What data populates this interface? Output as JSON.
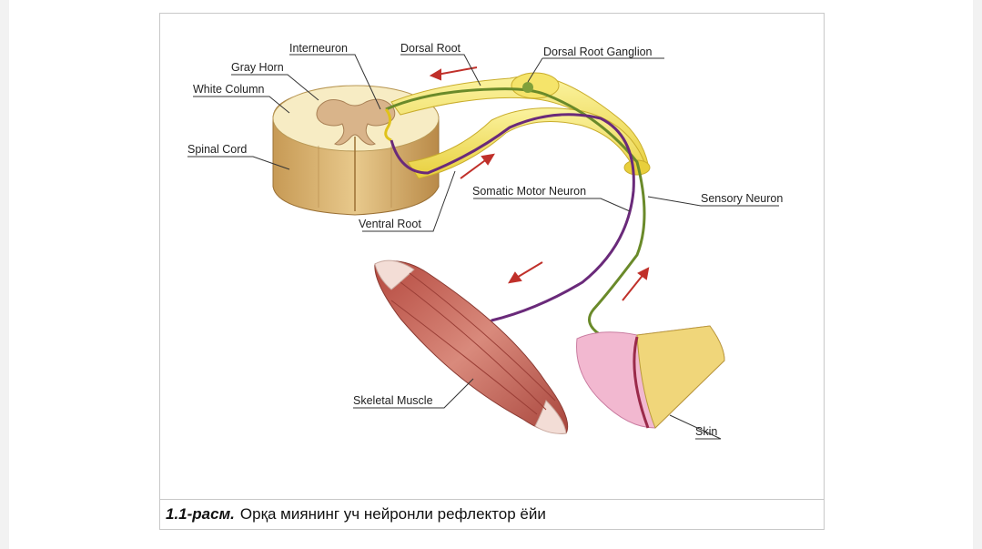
{
  "labels": {
    "interneuron": "Interneuron",
    "dorsal_root": "Dorsal Root",
    "dorsal_root_ganglion": "Dorsal Root Ganglion",
    "gray_horn": "Gray Horn",
    "white_column": "White Column",
    "spinal_cord": "Spinal Cord",
    "ventral_root": "Ventral Root",
    "somatic_motor_neuron": "Somatic Motor Neuron",
    "sensory_neuron": "Sensory Neuron",
    "skeletal_muscle": "Skeletal Muscle",
    "skin": "Skin"
  },
  "caption": {
    "label": "1.1-расм.",
    "text": "Орқа миянинг уч нейронли рефлектор ёйи"
  },
  "colors": {
    "nerve_yellow": "#f3e36a",
    "sensory_green": "#6a8a2a",
    "motor_purple": "#6a2a7a",
    "arrow_red": "#c0302a",
    "muscle_red": "#c8645a",
    "skin_pink": "#f2b8d0",
    "cord_tan": "#e6c78a"
  }
}
